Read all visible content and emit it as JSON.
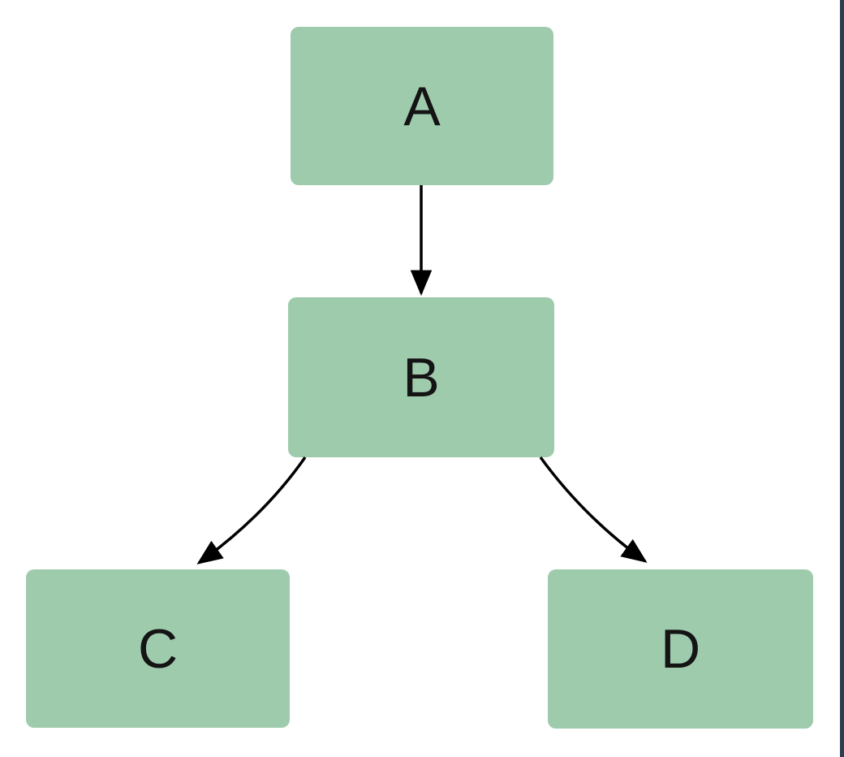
{
  "diagram": {
    "type": "flowchart",
    "background_color": "#ffffff",
    "node_fill_color": "#9fcbad",
    "node_text_color": "#141414",
    "edge_color": "#000000",
    "frame_right_border_color": "#2e3d4d",
    "nodes": [
      {
        "id": "A",
        "label": "A"
      },
      {
        "id": "B",
        "label": "B"
      },
      {
        "id": "C",
        "label": "C"
      },
      {
        "id": "D",
        "label": "D"
      }
    ],
    "edges": [
      {
        "from": "A",
        "to": "B"
      },
      {
        "from": "B",
        "to": "C"
      },
      {
        "from": "B",
        "to": "D"
      }
    ]
  }
}
